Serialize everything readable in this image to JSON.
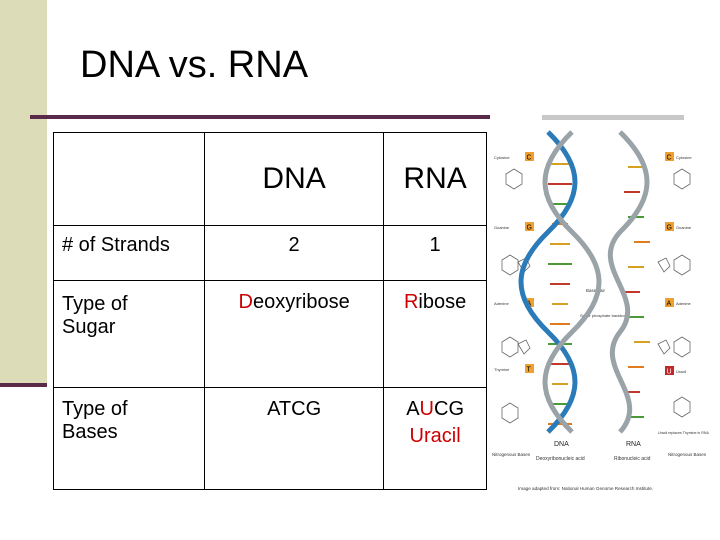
{
  "slide": {
    "title": "DNA vs. RNA"
  },
  "table": {
    "header": {
      "corner": "",
      "col1": "DNA",
      "col2": "RNA"
    },
    "rows": [
      {
        "label": "# of Strands",
        "dna": "2",
        "rna": "1"
      },
      {
        "label_line1": "Type of",
        "label_line2": "Sugar",
        "dna_first": "D",
        "dna_rest": "eoxyribose",
        "rna_first": "R",
        "rna_rest": "ibose"
      },
      {
        "label_line1": "Type of",
        "label_line2": "Bases",
        "dna": "ATCG",
        "rna_a": "A",
        "rna_u": "U",
        "rna_cg": "CG",
        "rna_note": "Uracil"
      }
    ]
  },
  "figure": {
    "top_left_label": "Cytosine",
    "top_right_label": "Cytosine",
    "labels": [
      "Guanine",
      "Guanine",
      "Adenine",
      "Adenine",
      "Thymine",
      "Uracil",
      "Base pair",
      "Sugar phosphate backbone"
    ],
    "dna_label": "DNA",
    "rna_label": "RNA",
    "bottom_left": "Nitrogenous Bases",
    "bottom_mid_left": "Deoxyribonucleic acid",
    "bottom_mid_right": "Ribonucleic acid",
    "bottom_right": "Nitrogenous Bases",
    "note": "Uracil replaces Thymine in RNA",
    "credit": "Image adapted from: National Human Genome Research Institute.",
    "letters": {
      "c": "C",
      "g": "G",
      "a": "A",
      "t": "T",
      "u": "U"
    },
    "colors": {
      "backbone_blue": "#2b7bb9",
      "backbone_gray": "#9aa3a8",
      "rung_gold": "#d6a020",
      "rung_red": "#c0392b",
      "rung_green": "#4a9a3a",
      "rung_orange": "#e07b20",
      "tag_orange": "#f0a030",
      "tag_red": "#c0282b"
    }
  }
}
